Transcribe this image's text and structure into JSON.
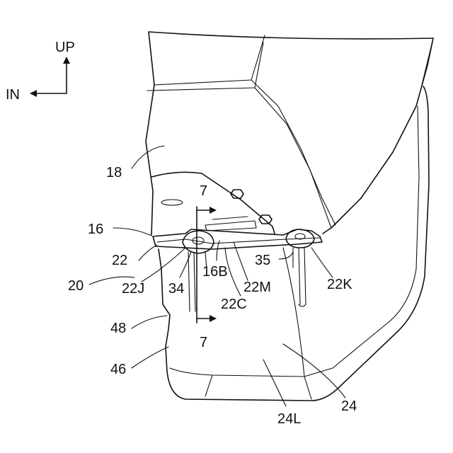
{
  "orientation": {
    "up": "UP",
    "in": "IN"
  },
  "labels": {
    "l18": "18",
    "l16": "16",
    "l22": "22",
    "l20": "20",
    "l7a": "7",
    "l7b": "7",
    "l22J": "22J",
    "l34": "34",
    "l16B": "16B",
    "l22M": "22M",
    "l22C": "22C",
    "l35": "35",
    "l22K": "22K",
    "l48": "48",
    "l46": "46",
    "l24": "24",
    "l24L": "24L"
  },
  "colors": {
    "line": "#111111",
    "background": "#ffffff"
  }
}
